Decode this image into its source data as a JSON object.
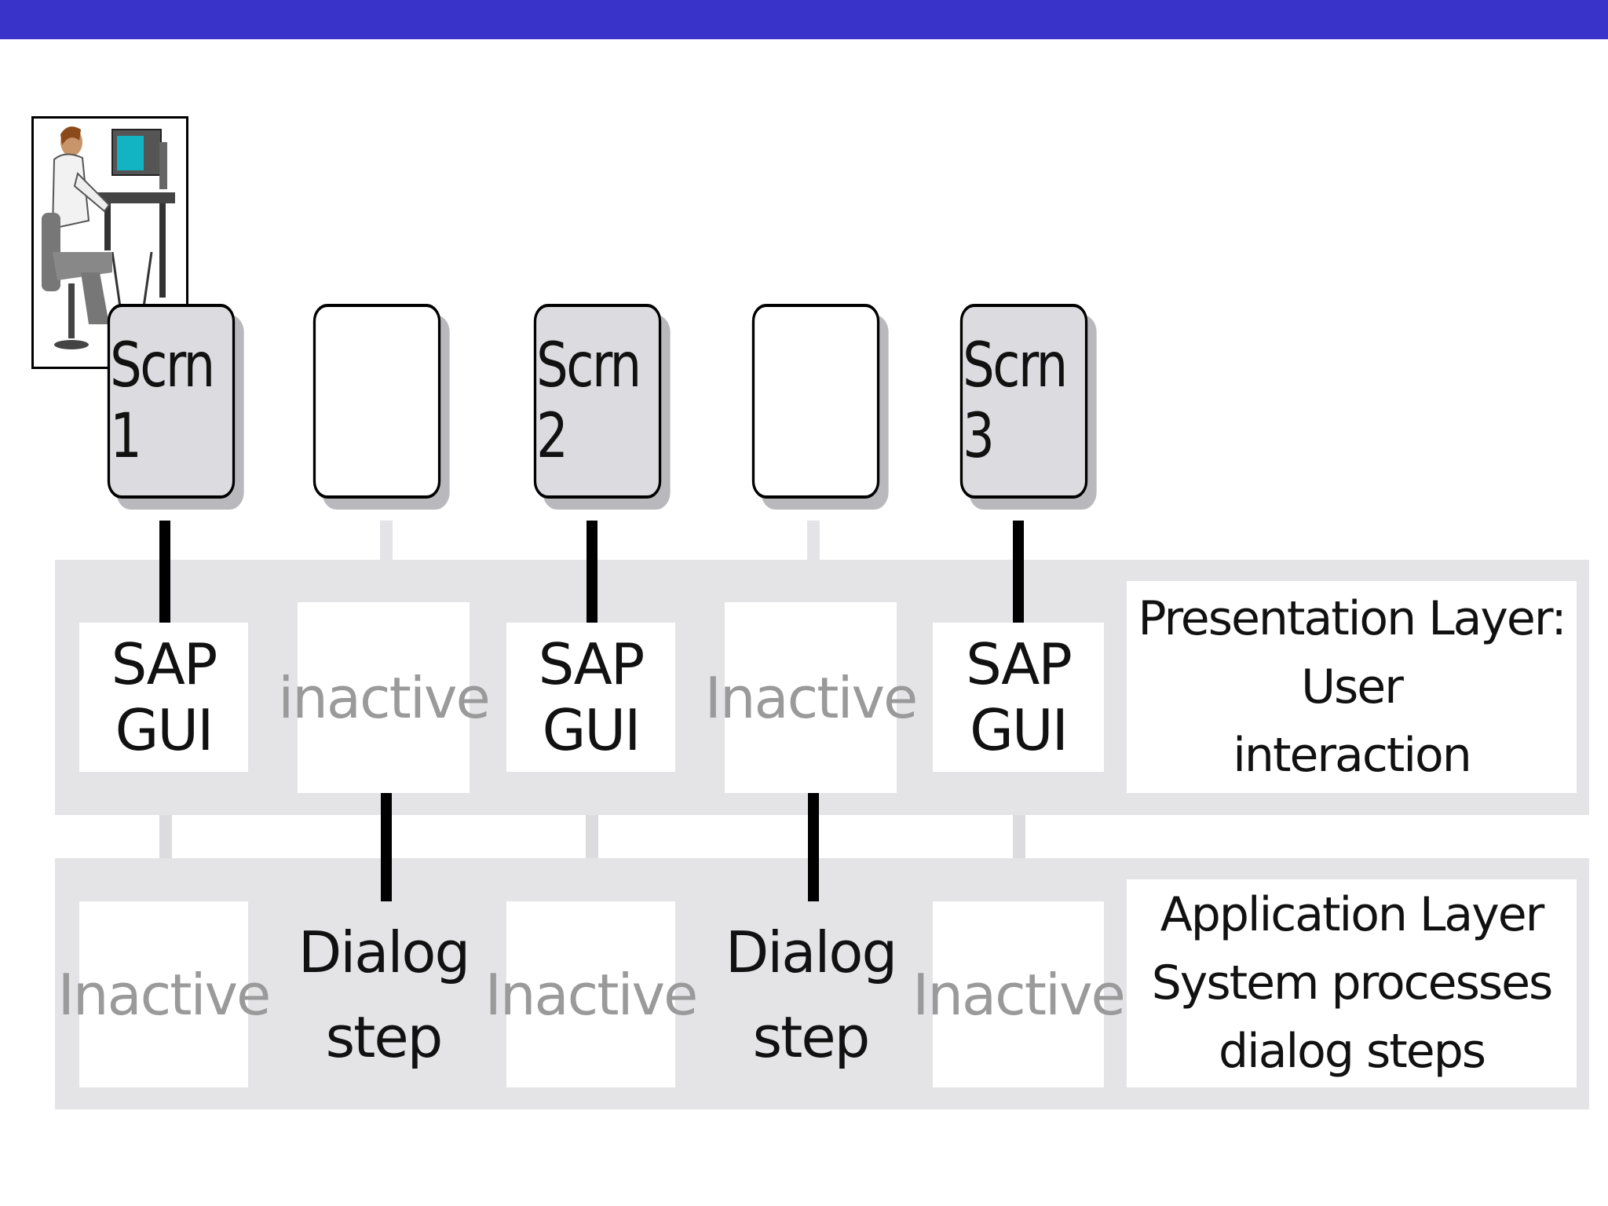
{
  "diagram": {
    "screens": [
      {
        "label": "Scrn 1",
        "active": true
      },
      {
        "label": "",
        "active": false
      },
      {
        "label": "Scrn 2",
        "active": true
      },
      {
        "label": "",
        "active": false
      },
      {
        "label": "Scrn 3",
        "active": true
      }
    ],
    "presentation": {
      "cells": [
        "SAP GUI",
        "inactive",
        "SAP GUI",
        "Inactive",
        "SAP GUI"
      ],
      "label_lines": [
        "Presentation Layer:",
        "User",
        "interaction"
      ]
    },
    "application": {
      "cells": [
        {
          "lines": [
            "Inactive"
          ],
          "active": false
        },
        {
          "lines": [
            "Dialog",
            "step"
          ],
          "active": true
        },
        {
          "lines": [
            "Inactive"
          ],
          "active": false
        },
        {
          "lines": [
            "Dialog",
            "step"
          ],
          "active": true
        },
        {
          "lines": [
            "Inactive"
          ],
          "active": false
        }
      ],
      "label_lines": [
        "Application Layer",
        "System processes",
        "dialog steps"
      ]
    },
    "colors": {
      "title_bar": "#3a33c9",
      "band": "#e4e3e6",
      "screen_fill": "#dcdbdf",
      "inactive_text": "#9a9a9a"
    },
    "icons": {
      "user": "user-at-computer-icon"
    }
  }
}
